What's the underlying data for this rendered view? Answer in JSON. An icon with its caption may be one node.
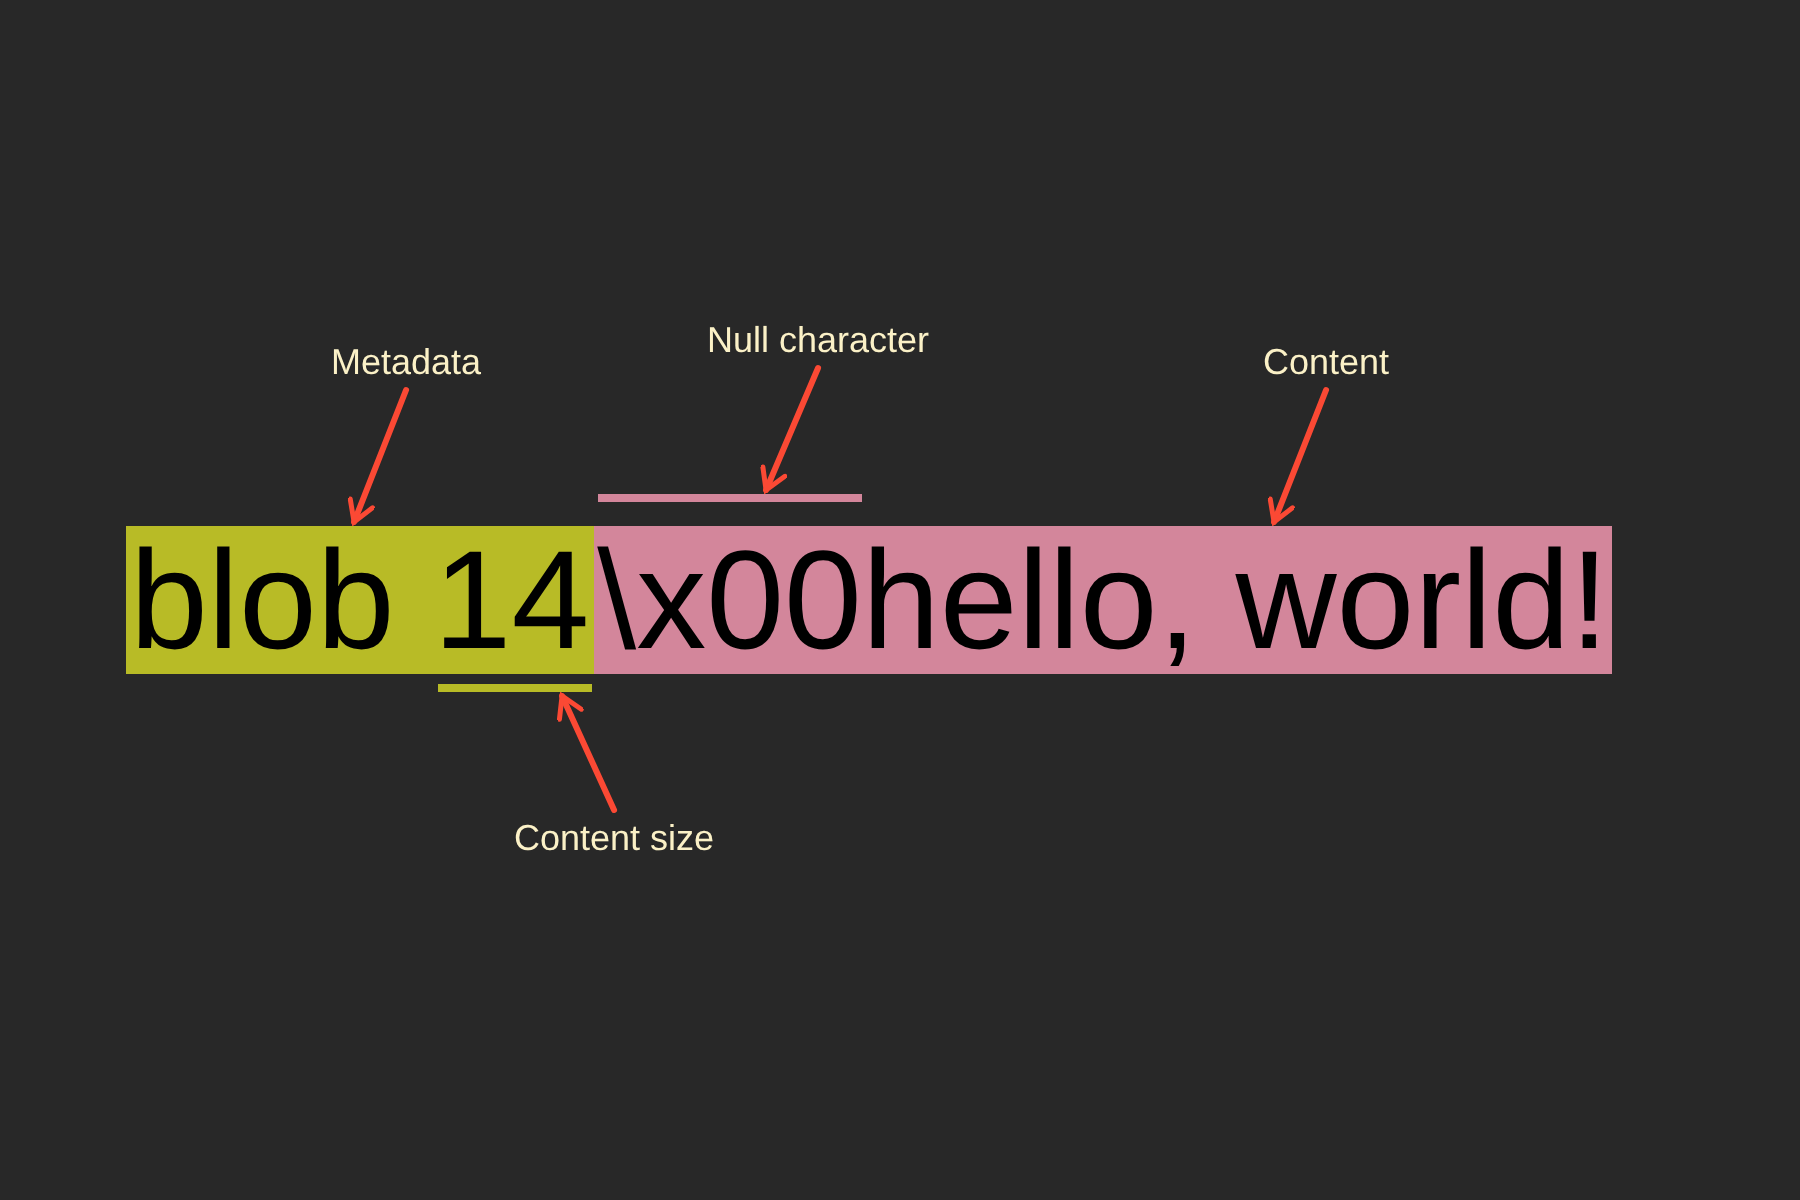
{
  "diagram": {
    "nodes": [
      {
        "text": [
          "Metadata"
        ]
      },
      {
        "text": [
          "Null character"
        ]
      },
      {
        "text": [
          "Content"
        ]
      },
      {
        "text": [],
        "shape": "bar"
      },
      {
        "text": [
          "blob 14"
        ]
      },
      {
        "text": [
          "\\x00hello, world!"
        ]
      },
      {
        "text": [],
        "shape": "bar"
      },
      {
        "text": [
          "Content size"
        ]
      }
    ],
    "edges": [
      {
        "from": 0,
        "to": 4,
        "arrow": "to"
      },
      {
        "from": 1,
        "to": 3,
        "arrow": "to"
      },
      {
        "from": 2,
        "to": 5,
        "arrow": "to"
      },
      {
        "from": 7,
        "to": 6,
        "arrow": "to"
      }
    ]
  }
}
